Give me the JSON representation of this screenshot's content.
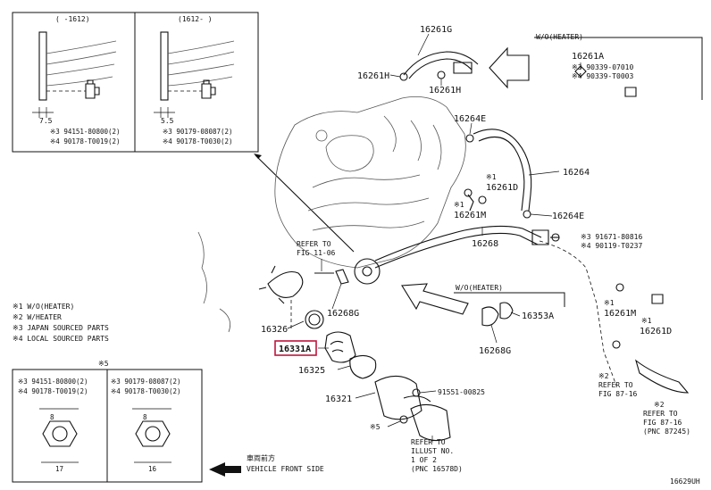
{
  "diagram_id": "16629UH",
  "inset_top": {
    "left": {
      "header": "(  -1612)",
      "dim": "7.5",
      "notes": [
        "※3 94151-80800(2)",
        "※4 90178-T0019(2)"
      ]
    },
    "right": {
      "header": "(1612-  )",
      "dim": "5.5",
      "notes": [
        "※3 90179-08087(2)",
        "※4 90178-T0030(2)"
      ]
    }
  },
  "legend": [
    "※1 W/O(HEATER)",
    "※2 W/HEATER",
    "※3 JAPAN SOURCED PARTS",
    "※4 LOCAL SOURCED PARTS"
  ],
  "inset_bottom": {
    "title": "※5",
    "left": {
      "notes": [
        "※3 94151-80800(2)",
        "※4 90178-T0019(2)"
      ],
      "top_dim": "8",
      "bottom_dim": "17"
    },
    "right": {
      "notes": [
        "※3 90179-08087(2)",
        "※4 90178-T0030(2)"
      ],
      "top_dim": "8",
      "bottom_dim": "16"
    }
  },
  "front": {
    "jp": "車両前方",
    "en": "VEHICLE FRONT SIDE"
  },
  "woheater_top": "W/O(HEATER)",
  "woheater_mid": "W/O(HEATER)",
  "refer_fig_top": [
    "REFER TO",
    "FIG 11-06"
  ],
  "refer_fig_right": [
    "※2",
    "REFER TO",
    "FIG 87-16"
  ],
  "refer_pnc_right": [
    "※2",
    "REFER TO",
    "FIG 87-16",
    "(PNC 87245)"
  ],
  "refer_illust": [
    "REFER TO",
    "ILLUST NO.",
    "1 OF 2",
    "(PNC 16578D)"
  ],
  "labels": {
    "p16261G": "16261G",
    "p16261H_a": "16261H",
    "p16261H_b": "16261H",
    "p16261A": "16261A",
    "p90339_07010": "※3 90339-07010",
    "p90339_T0003": "※4 90339-T0003",
    "p16264E_a": "16264E",
    "p16264": "16264",
    "p16261D_a": "16261D",
    "p16261D_a_mark": "※1",
    "p16261M_a": "16261M",
    "p16261M_a_mark": "※1",
    "p16264E_b": "16264E",
    "p16268": "16268",
    "p91671": "※3 91671-80816",
    "p90119": "※4 90119-T0237",
    "p16326": "16326",
    "p16268G_a": "16268G",
    "p16331A": "16331A",
    "p16325": "16325",
    "p16321": "16321",
    "p16353A": "16353A",
    "p16268G_b": "16268G",
    "p91551": "91551-00825",
    "p16261M_b": "16261M",
    "p16261M_b_mark": "※1",
    "p16261D_b": "16261D",
    "p16261D_b_mark": "※1",
    "p5mark": "※5"
  },
  "highlight_color": "#c0143c"
}
